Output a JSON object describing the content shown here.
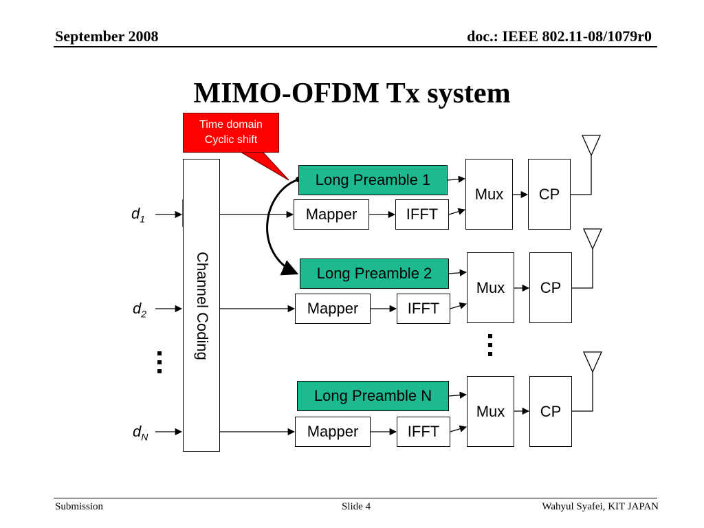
{
  "header": {
    "date": "September 2008",
    "doc_id": "doc.: IEEE 802.11-08/1079r0"
  },
  "title": "MIMO-OFDM Tx system",
  "callout": {
    "line1": "Time domain",
    "line2": "Cyclic shift"
  },
  "channel_coding": "Channel Coding",
  "inputs": {
    "d1": {
      "base": "d",
      "sub": "1"
    },
    "d2": {
      "base": "d",
      "sub": "2"
    },
    "dN": {
      "base": "d",
      "sub": "N"
    }
  },
  "chains": [
    {
      "preamble": "Long Preamble 1",
      "mapper": "Mapper",
      "ifft": "IFFT",
      "mux": "Mux",
      "cp": "CP"
    },
    {
      "preamble": "Long Preamble 2",
      "mapper": "Mapper",
      "ifft": "IFFT",
      "mux": "Mux",
      "cp": "CP"
    },
    {
      "preamble": "Long Preamble N",
      "mapper": "Mapper",
      "ifft": "IFFT",
      "mux": "Mux",
      "cp": "CP"
    }
  ],
  "colors": {
    "preamble_fill": "#1db98f",
    "callout_fill": "#ff0000"
  },
  "footer": {
    "left": "Submission",
    "middle": "Slide 4",
    "right": "Wahyul Syafei, KIT JAPAN"
  }
}
